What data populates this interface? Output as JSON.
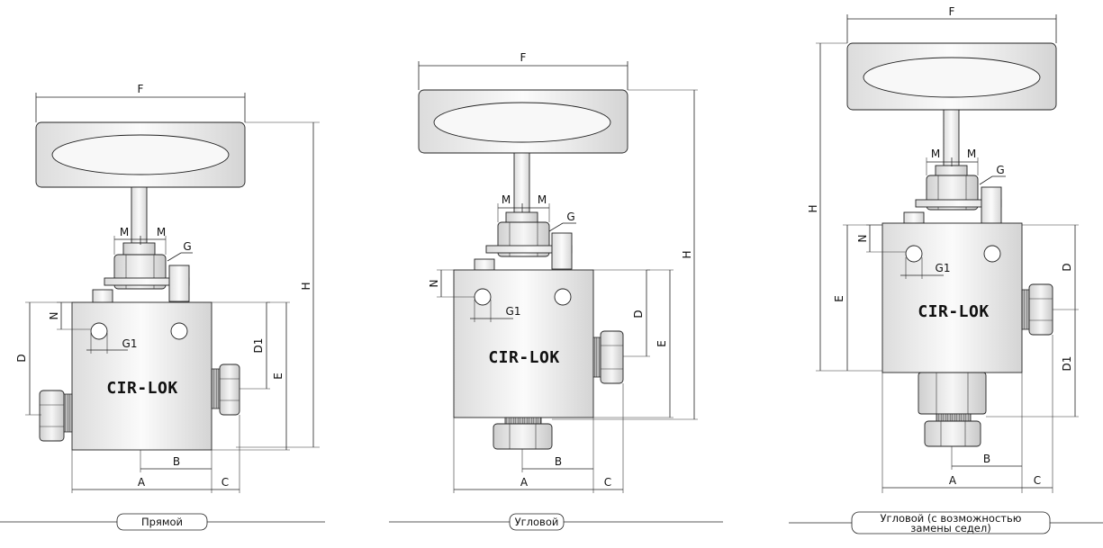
{
  "brand": "CIR-LOK",
  "labels": {
    "F": "F",
    "H": "H",
    "M": "M",
    "G": "G",
    "G1": "G1",
    "N": "N",
    "D": "D",
    "D1": "D1",
    "E": "E",
    "A": "A",
    "B": "B",
    "C": "C"
  },
  "captions": {
    "straight": "Прямой",
    "angle": "Угловой",
    "angle_replaceable_line1": "Угловой (с возможностью",
    "angle_replaceable_line2": "замены седел)"
  },
  "colors": {
    "outline": "#222222",
    "metal_light": "#f4f4f4",
    "metal_dark": "#d0d0d0"
  }
}
